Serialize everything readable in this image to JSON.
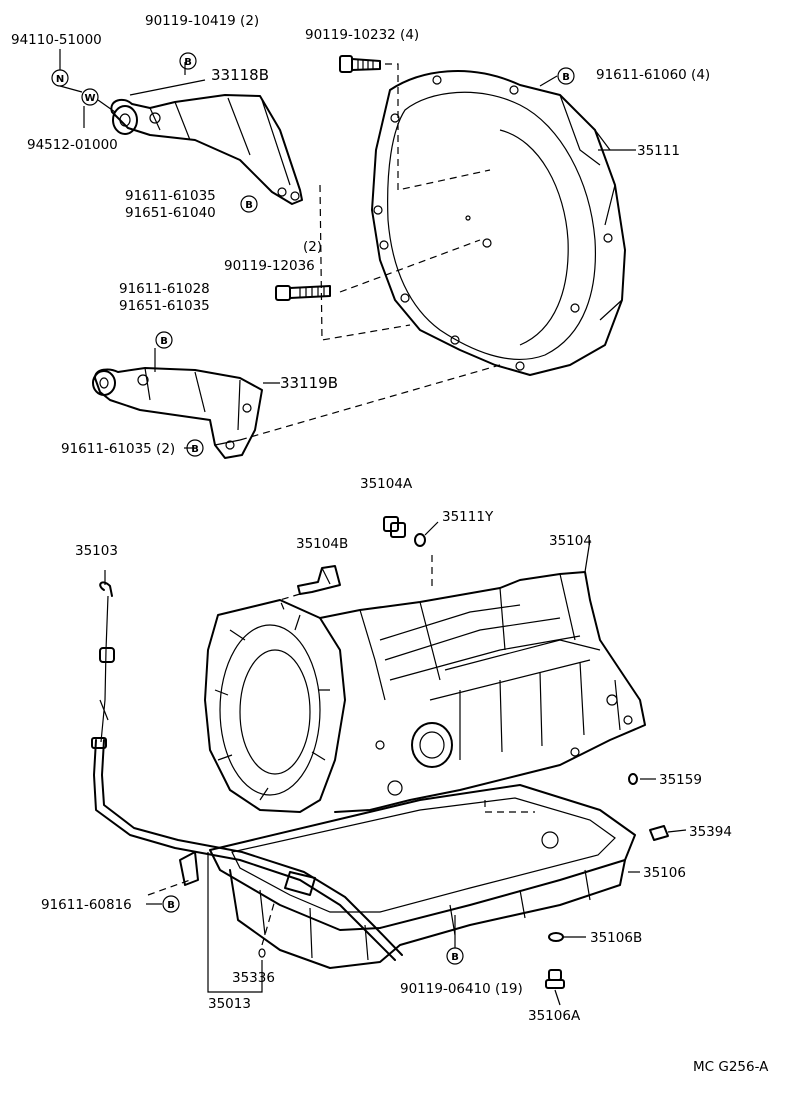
{
  "labels": {
    "p_94110_51000": "94110-51000",
    "p_90119_10419": "90119-10419 (2)",
    "p_90119_10232": "90119-10232 (4)",
    "p_91611_61060": "91611-61060 (4)",
    "p_33118b": "33118B",
    "p_94512_01000": "94512-01000",
    "p_35111": "35111",
    "p_91611_61035_a": "91611-61035",
    "p_91651_61040": "91651-61040",
    "p_qty_2": "(2)",
    "p_90119_12036": "90119-12036",
    "p_91611_61028": "91611-61028",
    "p_91651_61035": "91651-61035",
    "p_33119b": "33119B",
    "p_91611_61035_b": "91611-61035 (2)",
    "p_35104a": "35104A",
    "p_35111y": "35111Y",
    "p_35103": "35103",
    "p_35104b": "35104B",
    "p_35104": "35104",
    "p_35159": "35159",
    "p_35394": "35394",
    "p_35106": "35106",
    "p_91611_60816": "91611-60816",
    "p_35106b": "35106B",
    "p_35336": "35336",
    "p_90119_06410": "90119-06410 (19)",
    "p_35013": "35013",
    "p_35106a": "35106A"
  },
  "symbols": {
    "bolt_symbol": "B",
    "nut_symbol": "N",
    "washer_symbol": "W"
  },
  "figure_code": "MC  G256-A"
}
